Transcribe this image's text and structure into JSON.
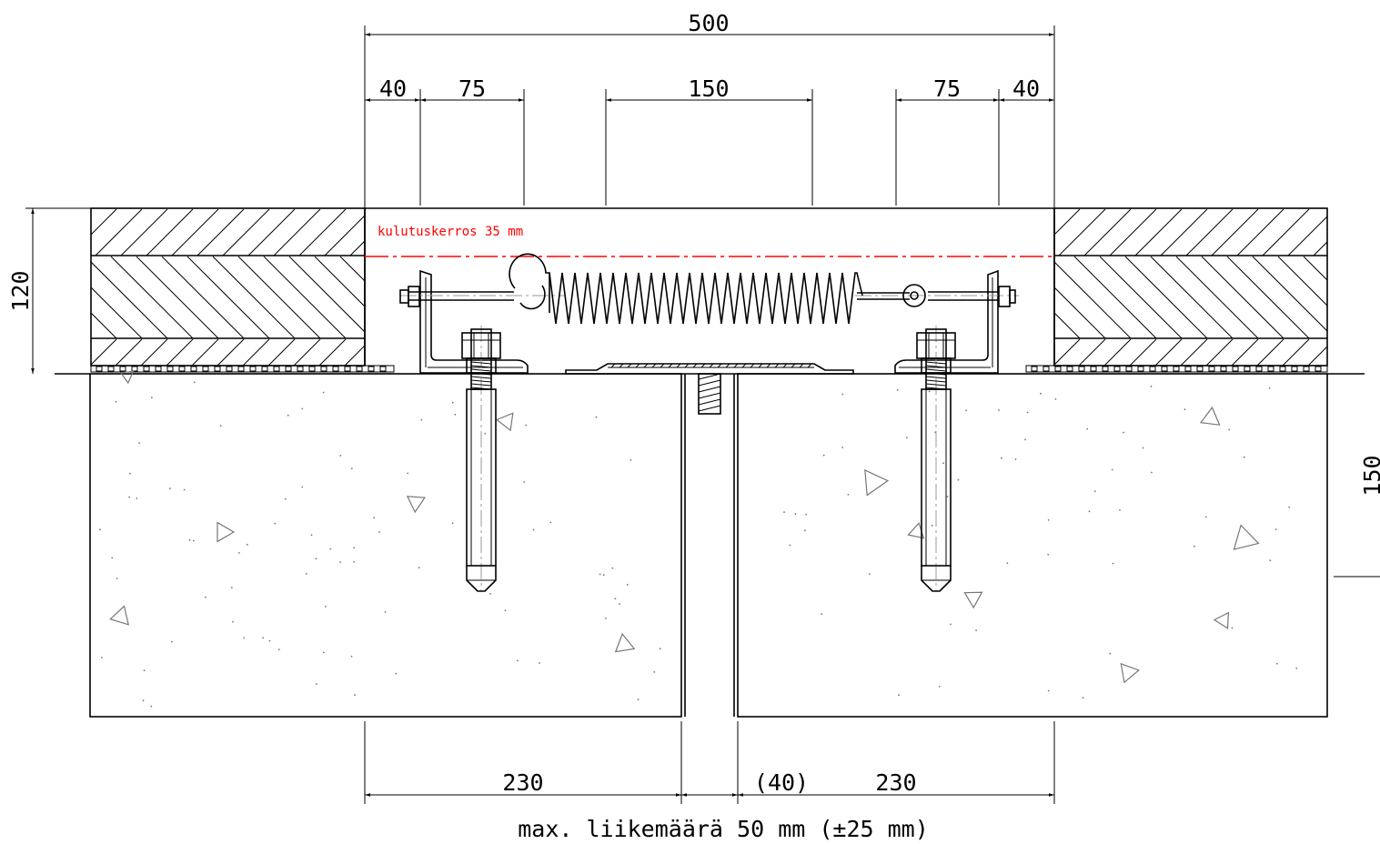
{
  "drawing": {
    "dimensions": {
      "top_total": "500",
      "top_left_edge": "40",
      "top_left_inner": "75",
      "top_center": "150",
      "top_right_inner": "75",
      "top_right_edge": "40",
      "left_height": "120",
      "right_height": "150",
      "bottom_left": "230",
      "bottom_gap": "(40)",
      "bottom_right": "230"
    },
    "wear_layer_note": "kulutuskerros 35 mm",
    "caption": "max. liikemäärä 50 mm (±25 mm)",
    "colors": {
      "line": "#000000",
      "note": "#ff0000",
      "aggregate": "#777777"
    }
  }
}
